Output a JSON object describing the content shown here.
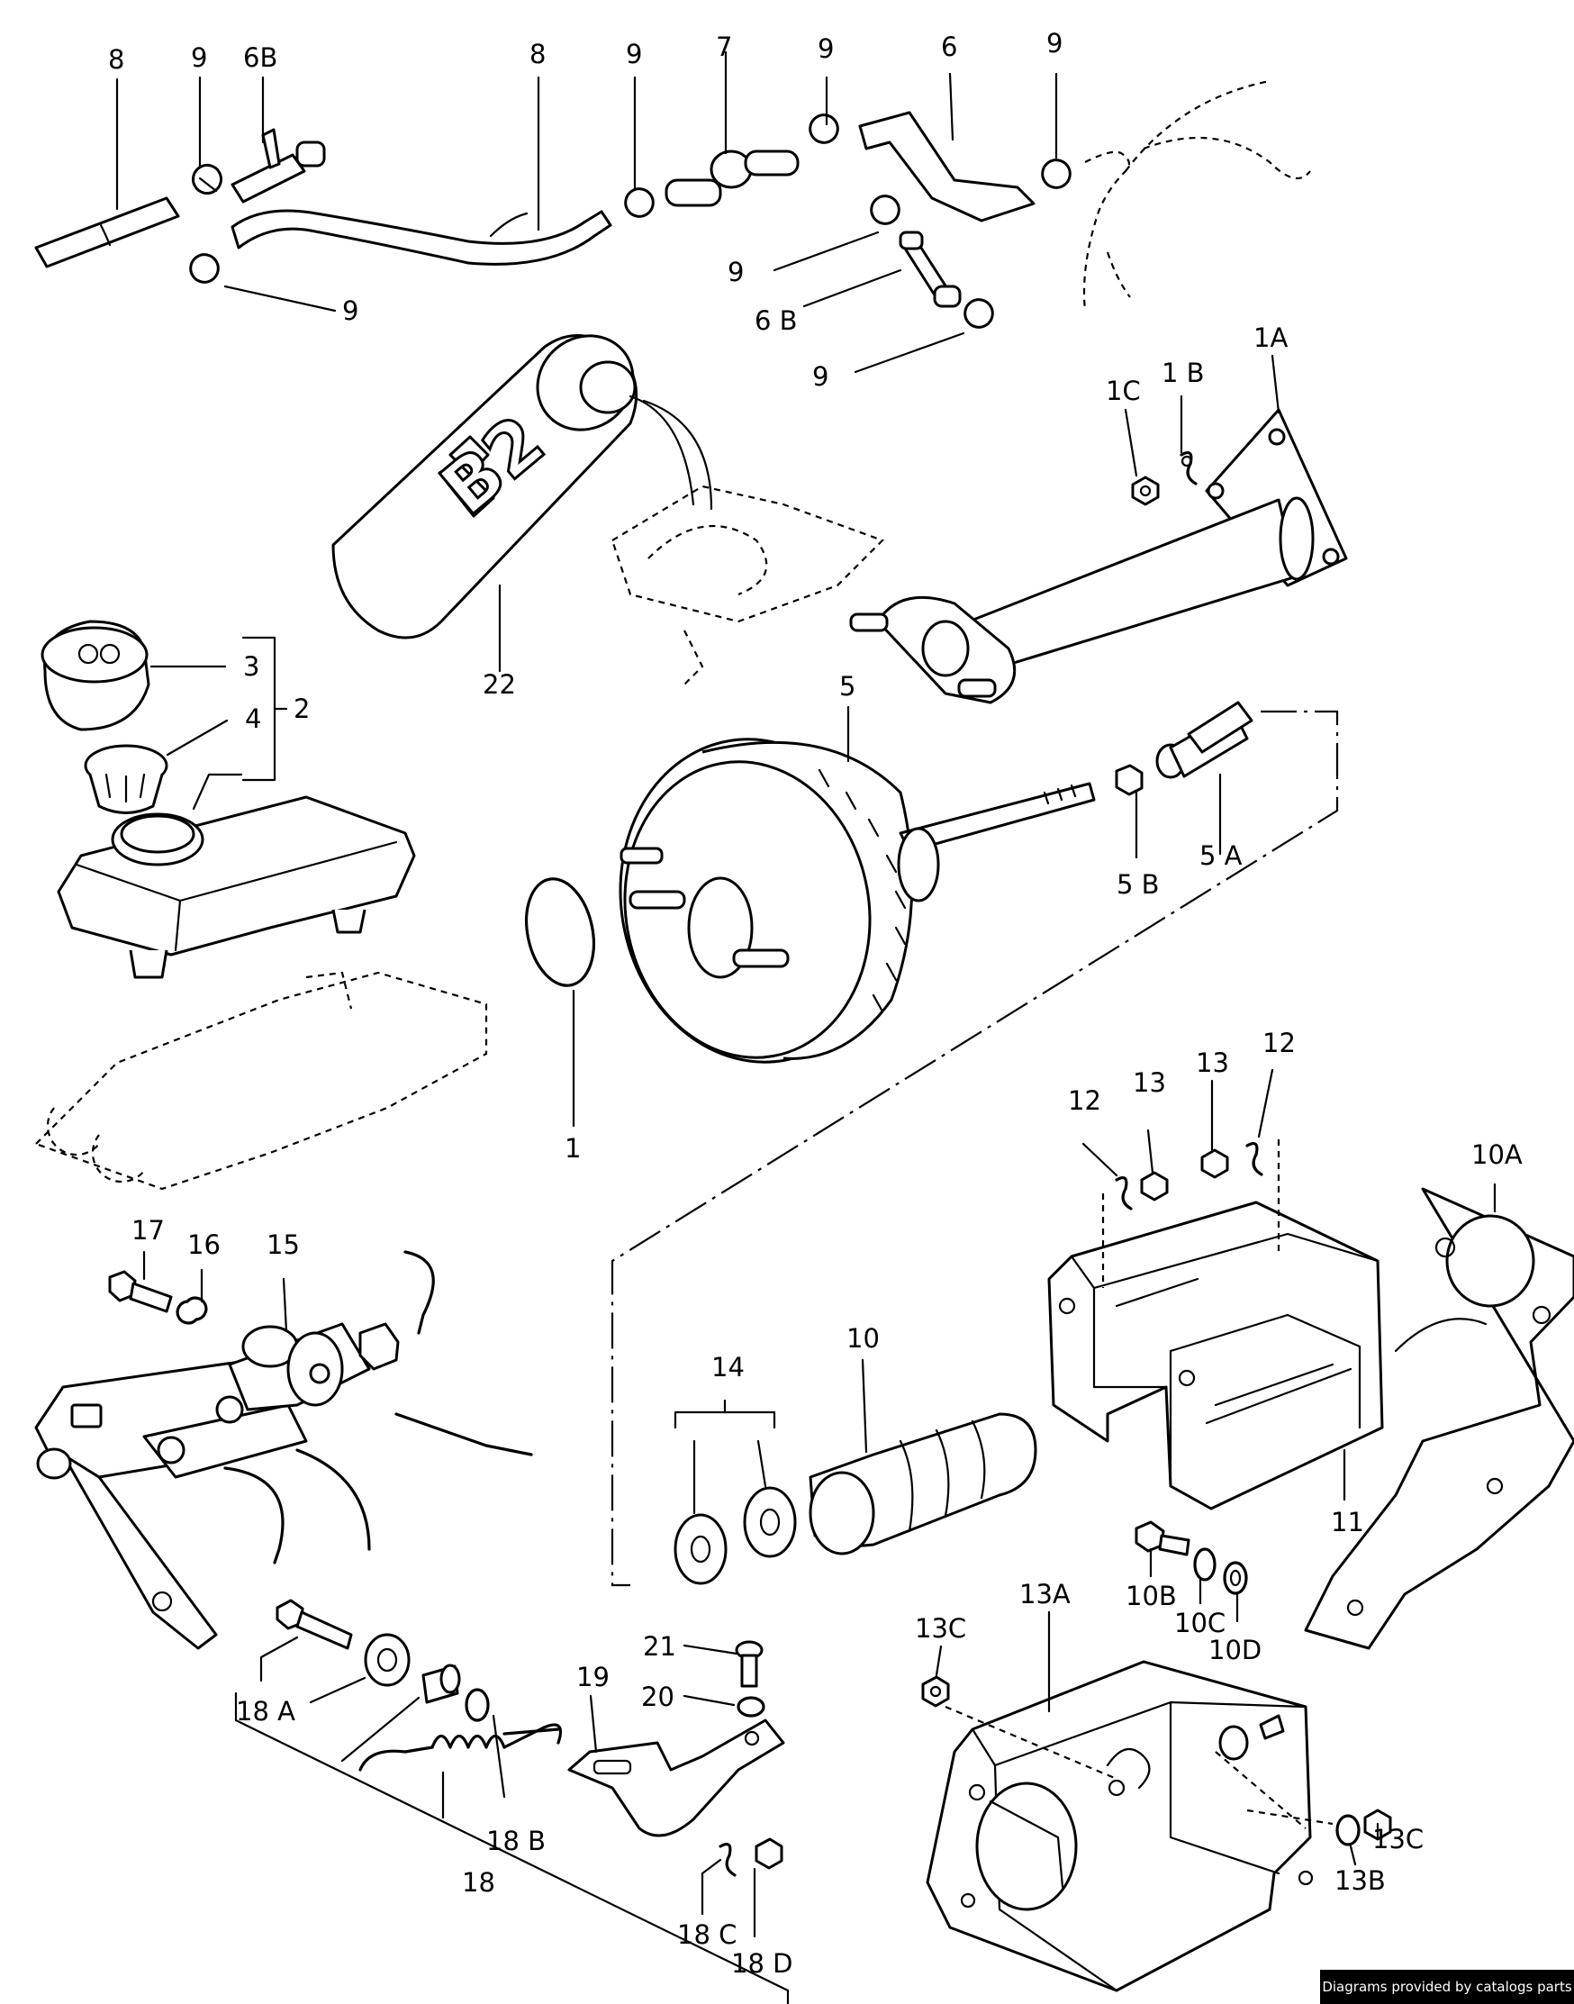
{
  "watermark": "Diagrams provided by catalogs parts",
  "can_marking": "B2",
  "callouts": [
    {
      "id": "c-8a",
      "text": "8"
    },
    {
      "id": "c-9a",
      "text": "9"
    },
    {
      "id": "c-6b-a",
      "text": "6B"
    },
    {
      "id": "c-8b",
      "text": "8"
    },
    {
      "id": "c-9b",
      "text": "9"
    },
    {
      "id": "c-7",
      "text": "7"
    },
    {
      "id": "c-9c",
      "text": "9"
    },
    {
      "id": "c-6",
      "text": "6"
    },
    {
      "id": "c-9d",
      "text": "9"
    },
    {
      "id": "c-9e",
      "text": "9"
    },
    {
      "id": "c-9f",
      "text": "9"
    },
    {
      "id": "c-6b-b",
      "text": "6 B"
    },
    {
      "id": "c-9g",
      "text": "9"
    },
    {
      "id": "c-1a",
      "text": "1A"
    },
    {
      "id": "c-1c",
      "text": "1C"
    },
    {
      "id": "c-1b",
      "text": "1 B"
    },
    {
      "id": "c-22",
      "text": "22"
    },
    {
      "id": "c-3",
      "text": "3"
    },
    {
      "id": "c-4",
      "text": "4"
    },
    {
      "id": "c-2",
      "text": "2"
    },
    {
      "id": "c-5",
      "text": "5"
    },
    {
      "id": "c-5b",
      "text": "5 B"
    },
    {
      "id": "c-5a",
      "text": "5 A"
    },
    {
      "id": "c-1",
      "text": "1"
    },
    {
      "id": "c-12a",
      "text": "12"
    },
    {
      "id": "c-13a",
      "text": "13"
    },
    {
      "id": "c-13b",
      "text": "13"
    },
    {
      "id": "c-12b",
      "text": "12"
    },
    {
      "id": "c-10a",
      "text": "10A"
    },
    {
      "id": "c-17",
      "text": "17"
    },
    {
      "id": "c-16",
      "text": "16"
    },
    {
      "id": "c-15",
      "text": "15"
    },
    {
      "id": "c-14",
      "text": "14"
    },
    {
      "id": "c-10",
      "text": "10"
    },
    {
      "id": "c-11",
      "text": "11"
    },
    {
      "id": "c-10b",
      "text": "10B"
    },
    {
      "id": "c-10c",
      "text": "10C"
    },
    {
      "id": "c-10d",
      "text": "10D"
    },
    {
      "id": "c-13a2",
      "text": "13A"
    },
    {
      "id": "c-13c-a",
      "text": "13C"
    },
    {
      "id": "c-21",
      "text": "21"
    },
    {
      "id": "c-20",
      "text": "20"
    },
    {
      "id": "c-19",
      "text": "19"
    },
    {
      "id": "c-18a",
      "text": "18 A"
    },
    {
      "id": "c-18b",
      "text": "18 B"
    },
    {
      "id": "c-18",
      "text": "18"
    },
    {
      "id": "c-18c",
      "text": "18 C"
    },
    {
      "id": "c-18d",
      "text": "18 D"
    },
    {
      "id": "c-13b2",
      "text": "13B"
    },
    {
      "id": "c-13c-b",
      "text": "13C"
    }
  ]
}
